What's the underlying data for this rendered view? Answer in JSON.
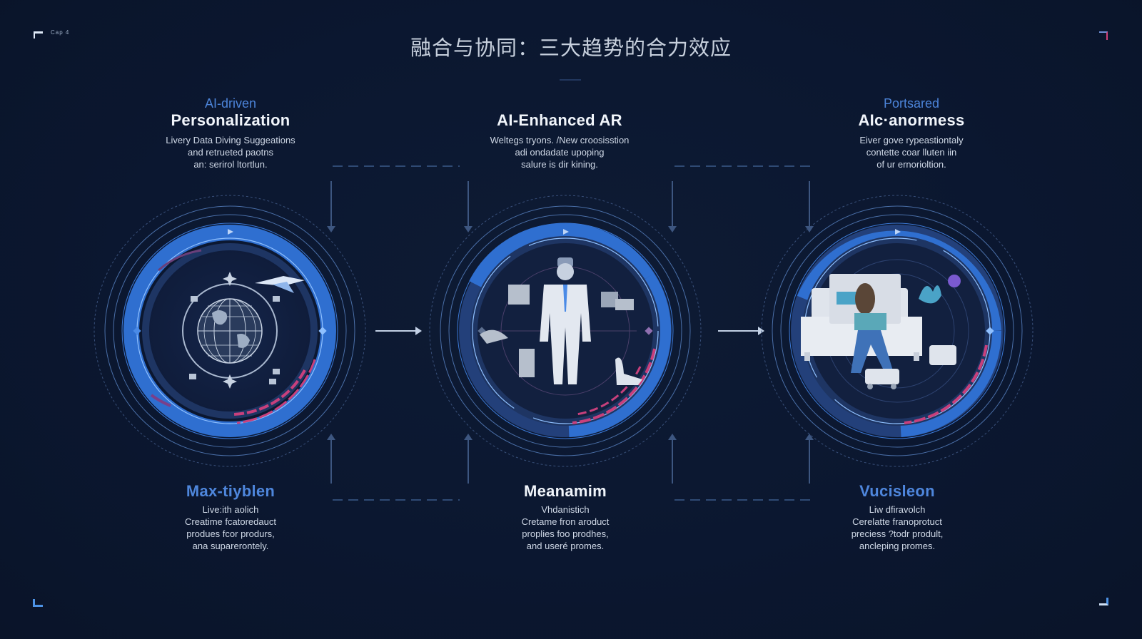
{
  "header": {
    "corner_label": "Cap 4",
    "title": "融合与协同：三大趋势的合力效应"
  },
  "columns": [
    {
      "id": "personalization",
      "top": {
        "kicker": "AI-driven",
        "heading": "Personalization",
        "desc": [
          "Livery Data Diving Suggeations",
          "and retrueted paotns",
          "an: serirol ltortlun."
        ]
      },
      "dial_illustration": "globe-icon",
      "bottom": {
        "heading": "Max-tiyblen",
        "heading_color": "#4e86dc",
        "desc": [
          "Live:ith aolich",
          "Creatime fcatoredauct",
          "produes fcor produrs,",
          "ana suparerontely."
        ]
      }
    },
    {
      "id": "ar",
      "top": {
        "kicker": "",
        "heading": "AI-Enhanced AR",
        "desc": [
          "Weltegs tryons. /New croosisstion",
          "adi ondadate upoping",
          "salure is dir kining."
        ]
      },
      "dial_illustration": "person-vr-headset-icon",
      "bottom": {
        "heading": "Meanamim",
        "heading_color": "#f1f5fb",
        "desc": [
          "Vhdanistich",
          "Cretame fron aroduct",
          "proplies foo prodhes,",
          "and useré promes."
        ]
      }
    },
    {
      "id": "autonomous",
      "top": {
        "kicker": "Portsared",
        "heading": "AIc·anormess",
        "desc": [
          "Eiver gove rypeastiontaly",
          "contette coar lluten iin",
          "of ur ernorioltion."
        ]
      },
      "dial_illustration": "person-on-sofa-icon",
      "bottom": {
        "heading": "Vucisleon",
        "heading_color": "#4e86dc",
        "desc": [
          "Liw dfiravolch",
          "Cerelatte franoprotuct",
          "preciess ?todr prodult,",
          "ancleping promes."
        ]
      }
    }
  ],
  "colors": {
    "background": "#0b1730",
    "ring_blue": "#2f6fd0",
    "ring_blue_light": "#4a8ae6",
    "accent_pink": "#c8407c",
    "line_dim": "#3d5680",
    "text_primary": "#f1f5fb",
    "text_kicker": "#4c84d9"
  }
}
